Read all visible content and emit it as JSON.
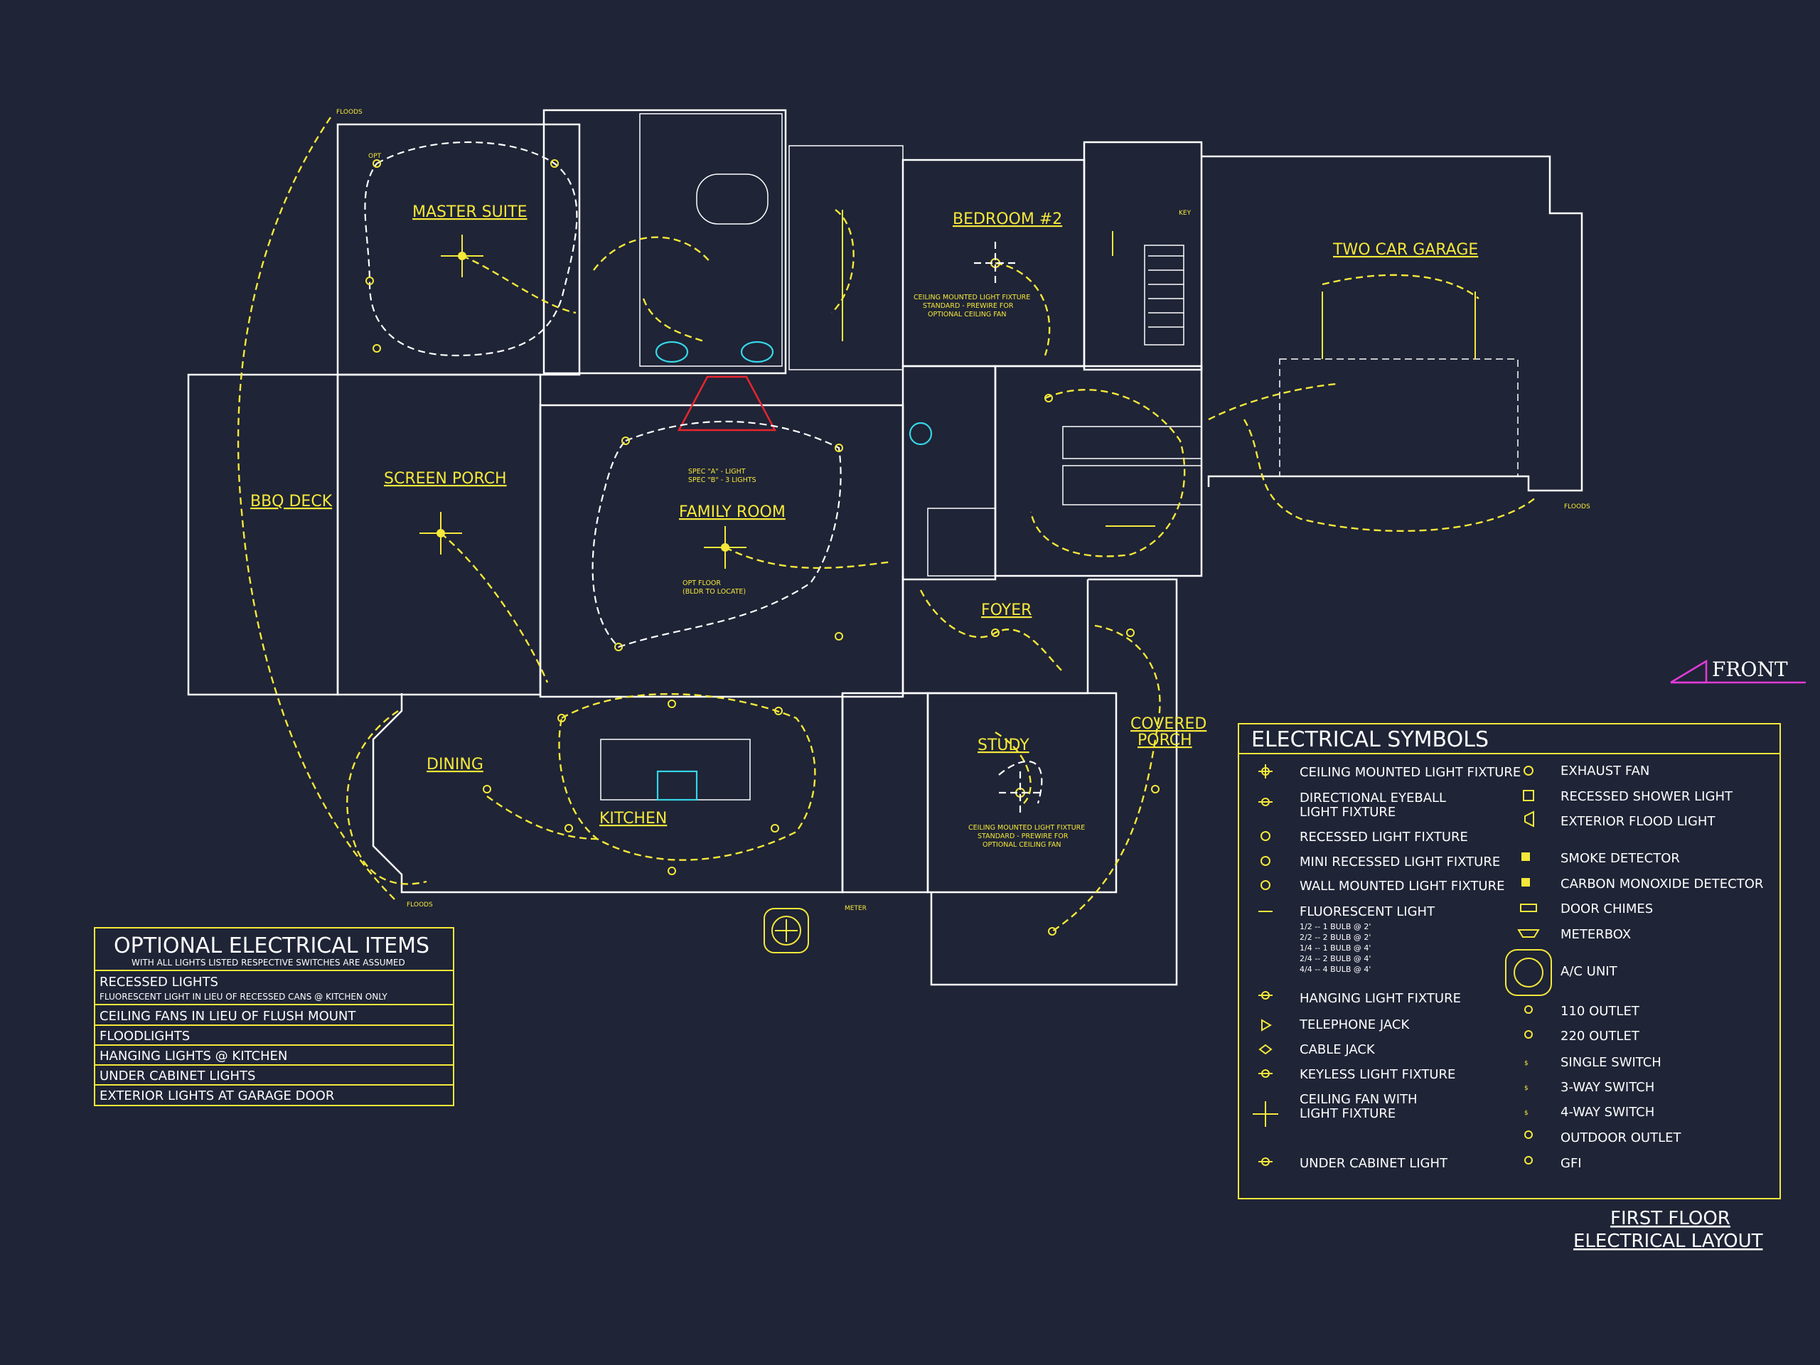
{
  "rooms": {
    "master_suite": "MASTER SUITE",
    "bedroom2": "BEDROOM #2",
    "two_car_garage": "TWO CAR GARAGE",
    "bbq_deck": "BBQ DECK",
    "screen_porch": "SCREEN PORCH",
    "family_room": "FAMILY ROOM",
    "foyer": "FOYER",
    "dining": "DINING",
    "kitchen": "KITCHEN",
    "study": "STUDY",
    "covered_porch_1": "COVERED",
    "covered_porch_2": "PORCH"
  },
  "notes": {
    "bed_fan_1": "CEILING MOUNTED LIGHT FIXTURE",
    "bed_fan_2": "STANDARD - PREWIRE FOR",
    "bed_fan_3": "OPTIONAL CEILING FAN",
    "study_fan_1": "CEILING MOUNTED LIGHT FIXTURE",
    "study_fan_2": "STANDARD - PREWIRE FOR",
    "study_fan_3": "OPTIONAL CEILING FAN",
    "spec_1": "SPEC \"A\" - LIGHT",
    "spec_2": "SPEC \"B\" - 3 LIGHTS",
    "opt_floor_1": "OPT FLOOR",
    "opt_floor_2": "(BLDR TO LOCATE)",
    "floods_1": "FLOODS",
    "floods_2": "FLOODS",
    "floods_3": "FLOODS",
    "meter": "METER",
    "key": "KEY",
    "opt": "OPT"
  },
  "front_label": "FRONT",
  "legend": {
    "title": "ELECTRICAL SYMBOLS",
    "left": [
      "CEILING MOUNTED LIGHT FIXTURE",
      "DIRECTIONAL EYEBALL",
      "LIGHT FIXTURE",
      "RECESSED LIGHT FIXTURE",
      "MINI RECESSED LIGHT FIXTURE",
      "WALL MOUNTED LIGHT FIXTURE",
      "FLUORESCENT LIGHT",
      "HANGING LIGHT FIXTURE",
      "TELEPHONE JACK",
      "CABLE JACK",
      "KEYLESS LIGHT FIXTURE",
      "CEILING FAN WITH",
      "LIGHT FIXTURE",
      "UNDER CABINET LIGHT"
    ],
    "fluorescent_sub": [
      "1/2  -- 1 BULB @ 2'",
      "2/2  -- 2 BULB @ 2'",
      "1/4  -- 1 BULB @ 4'",
      "2/4 -- 2 BULB @ 4'",
      "4/4 -- 4 BULB @ 4'"
    ],
    "right": [
      "EXHAUST FAN",
      "RECESSED SHOWER LIGHT",
      "EXTERIOR FLOOD LIGHT",
      "SMOKE DETECTOR",
      "CARBON MONOXIDE DETECTOR",
      "DOOR CHIMES",
      "METERBOX",
      "A/C UNIT",
      "110 OUTLET",
      "220 OUTLET",
      "SINGLE SWITCH",
      "3-WAY SWITCH",
      "4-WAY SWITCH",
      "OUTDOOR OUTLET",
      "GFI"
    ]
  },
  "optional": {
    "title": "OPTIONAL ELECTRICAL ITEMS",
    "subtitle": "WITH ALL LIGHTS LISTED RESPECTIVE SWITCHES ARE ASSUMED",
    "items": [
      "RECESSED LIGHTS",
      "FLUORESCENT LIGHT IN LIEU OF RECESSED CANS @ KITCHEN ONLY",
      "CEILING FANS IN LIEU OF FLUSH MOUNT",
      "FLOODLIGHTS",
      "HANGING LIGHTS @ KITCHEN",
      "UNDER CABINET LIGHTS",
      "EXTERIOR LIGHTS AT GARAGE DOOR"
    ]
  },
  "sheet_title": {
    "line1": "FIRST FLOOR",
    "line2": "ELECTRICAL LAYOUT"
  },
  "colors": {
    "background": "#1f2436",
    "walls": "#ffffff",
    "electrical": "#f5e83a",
    "plumbing": "#35d6e6",
    "fireplace": "#e6262e",
    "front_marker": "#e33ad9"
  }
}
